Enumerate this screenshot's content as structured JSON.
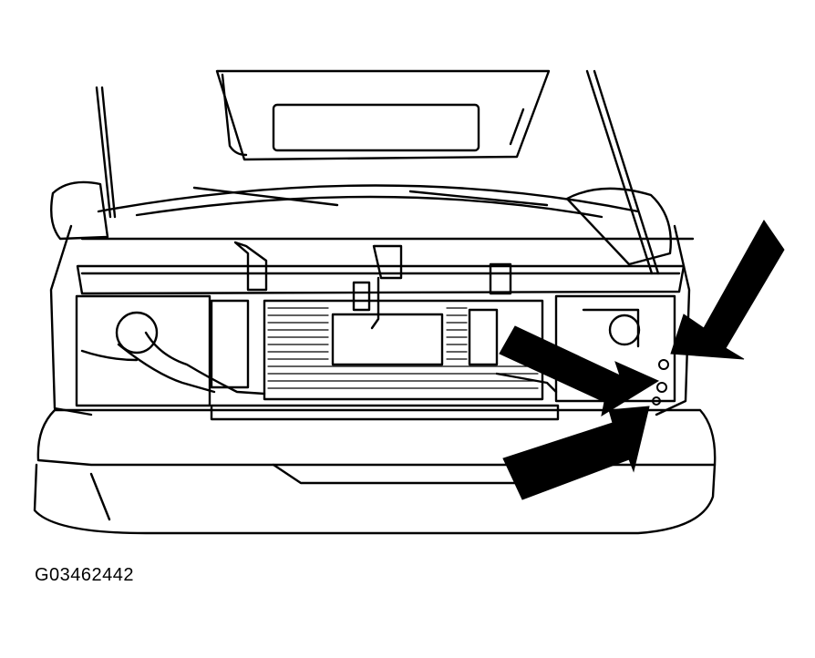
{
  "figure": {
    "id_label": "G03462442"
  },
  "colors": {
    "ink": "#000000",
    "paper": "#ffffff"
  },
  "callouts": {
    "count": 3,
    "style": "solid-black-arrows",
    "target": "right-side-fasteners"
  }
}
